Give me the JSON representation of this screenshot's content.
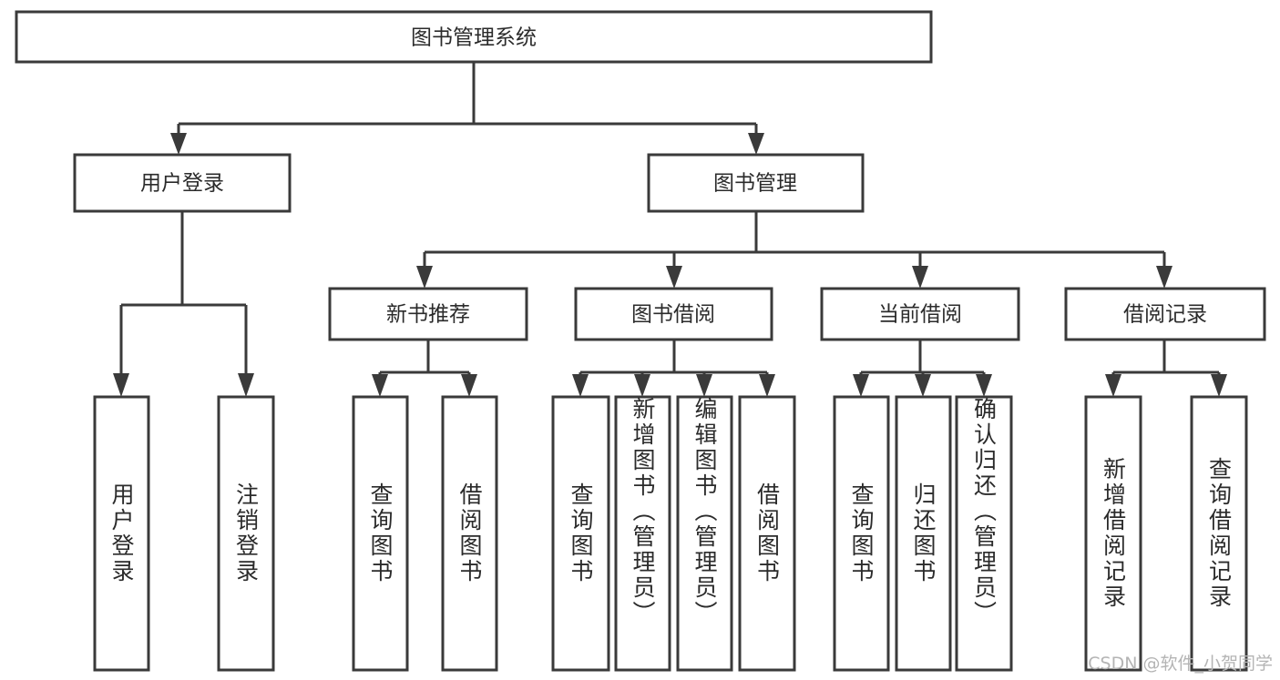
{
  "diagram": {
    "title": "图书管理系统",
    "type": "tree-hierarchy",
    "watermark": "CSDN @软件_小贺同学",
    "colors": {
      "stroke": "#3a3a3a",
      "fill": "#ffffff",
      "text": "#2b2b2b",
      "watermark": "#b4b4b4"
    },
    "root": {
      "label": "图书管理系统",
      "orientation": "horizontal"
    },
    "level2": [
      {
        "label": "用户登录",
        "orientation": "horizontal"
      },
      {
        "label": "图书管理",
        "orientation": "horizontal"
      }
    ],
    "level3": [
      {
        "label": "新书推荐",
        "orientation": "horizontal"
      },
      {
        "label": "图书借阅",
        "orientation": "horizontal"
      },
      {
        "label": "当前借阅",
        "orientation": "horizontal"
      },
      {
        "label": "借阅记录",
        "orientation": "horizontal"
      }
    ],
    "leaves": {
      "user_login": [
        {
          "label": "用户登录",
          "orientation": "vertical"
        },
        {
          "label": "注销登录",
          "orientation": "vertical"
        }
      ],
      "new_book_recommend": [
        {
          "label": "查询图书",
          "orientation": "vertical"
        },
        {
          "label": "借阅图书",
          "orientation": "vertical"
        }
      ],
      "book_borrow": [
        {
          "label": "查询图书",
          "orientation": "vertical"
        },
        {
          "label": "新增图书（管理员）",
          "orientation": "vertical"
        },
        {
          "label": "编辑图书（管理员）",
          "orientation": "vertical"
        },
        {
          "label": "借阅图书",
          "orientation": "vertical"
        }
      ],
      "current_borrow": [
        {
          "label": "查询图书",
          "orientation": "vertical"
        },
        {
          "label": "归还图书",
          "orientation": "vertical"
        },
        {
          "label": "确认归还（管理员）",
          "orientation": "vertical"
        }
      ],
      "borrow_record": [
        {
          "label": "新增借阅记录",
          "orientation": "vertical"
        },
        {
          "label": "查询借阅记录",
          "orientation": "vertical"
        }
      ]
    }
  }
}
